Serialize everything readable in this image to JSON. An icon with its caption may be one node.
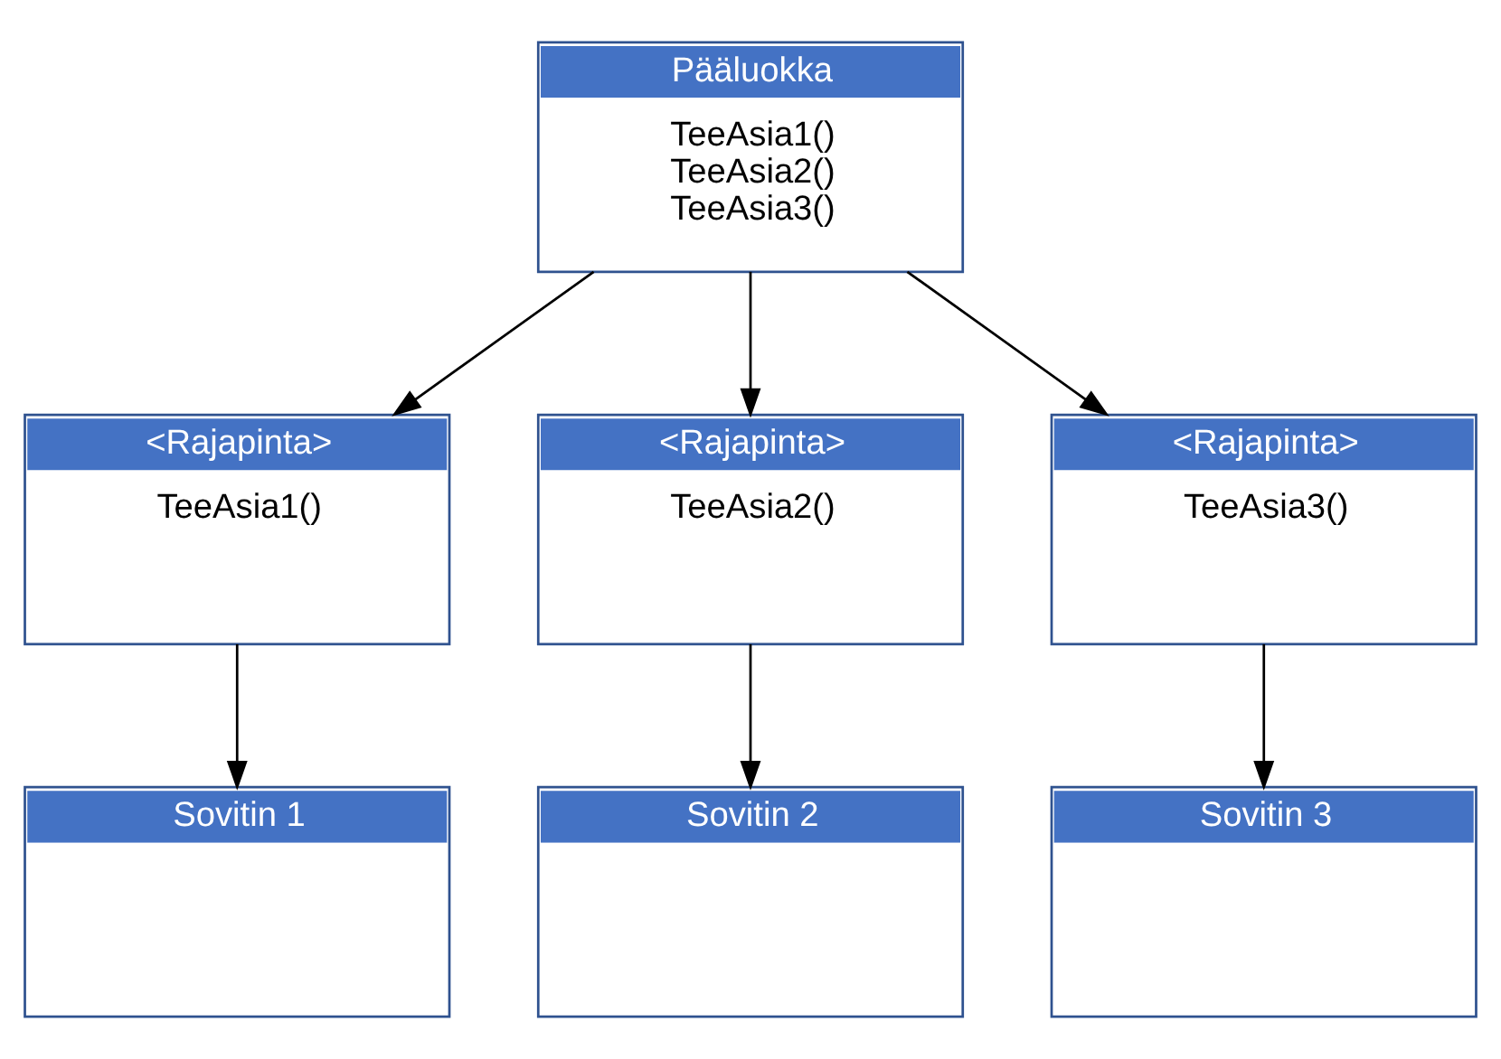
{
  "diagram": {
    "nodes": [
      {
        "text": [
          "Pääluokka",
          "TeeAsia1()",
          "TeeAsia2()",
          "TeeAsia3()"
        ]
      },
      {
        "text": [
          "<Rajapinta>",
          "TeeAsia1()"
        ]
      },
      {
        "text": [
          "<Rajapinta>",
          "TeeAsia2()"
        ]
      },
      {
        "text": [
          "<Rajapinta>",
          "TeeAsia3()"
        ]
      },
      {
        "text": [
          "Sovitin 1"
        ]
      },
      {
        "text": [
          "Sovitin 2"
        ]
      },
      {
        "text": [
          "Sovitin 3"
        ]
      }
    ],
    "edges": [
      {
        "from": 0,
        "to": 1,
        "arrow": "to"
      },
      {
        "from": 0,
        "to": 2,
        "arrow": "to"
      },
      {
        "from": 0,
        "to": 3,
        "arrow": "to"
      },
      {
        "from": 1,
        "to": 4,
        "arrow": "to"
      },
      {
        "from": 2,
        "to": 5,
        "arrow": "to"
      },
      {
        "from": 3,
        "to": 6,
        "arrow": "to"
      }
    ]
  }
}
